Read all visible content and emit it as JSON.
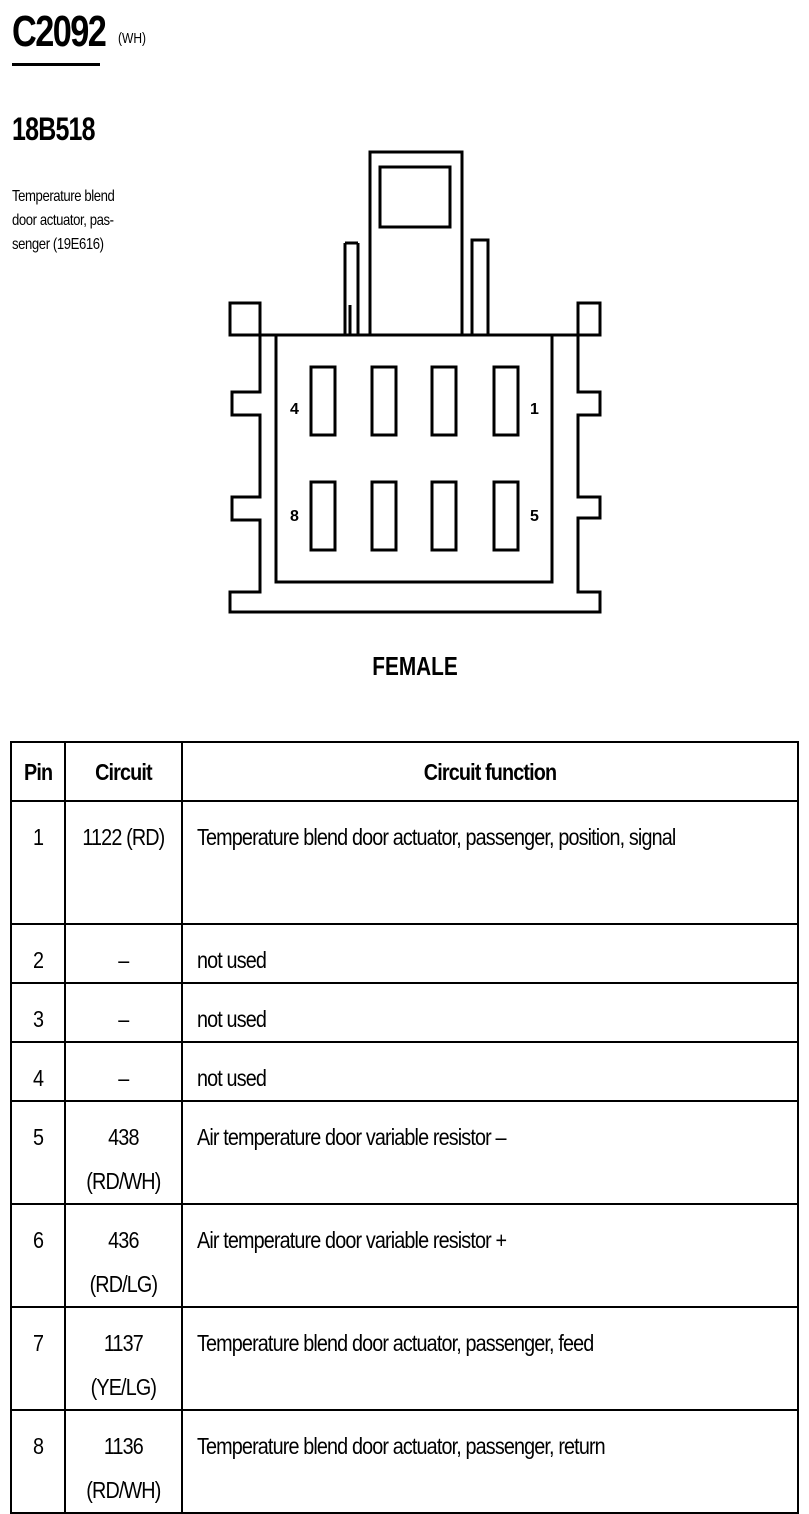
{
  "connector": {
    "id": "C2092",
    "color": "(WH)",
    "part_number": "18B518",
    "description": "Temperature blend\ndoor actuator, pas-\nsenger (19E616)"
  },
  "diagram": {
    "label": "FEMALE",
    "pin_labels": {
      "pin1": "1",
      "pin4": "4",
      "pin5": "5",
      "pin8": "8"
    }
  },
  "table": {
    "headers": [
      "Pin",
      "Circuit",
      "Circuit function"
    ],
    "rows": [
      {
        "pin": "1",
        "circuit": "1122 (RD)",
        "function": "Temperature blend door actuator, passenger, position, signal"
      },
      {
        "pin": "2",
        "circuit": "–",
        "function": "not used"
      },
      {
        "pin": "3",
        "circuit": "–",
        "function": "not used"
      },
      {
        "pin": "4",
        "circuit": "–",
        "function": "not used"
      },
      {
        "pin": "5",
        "circuit": "438 (RD/WH)",
        "function": "Air temperature door variable resistor –"
      },
      {
        "pin": "6",
        "circuit": "436 (RD/LG)",
        "function": "Air temperature door variable resistor +"
      },
      {
        "pin": "7",
        "circuit": "1137 (YE/LG)",
        "function": "Temperature blend door actuator, passenger, feed"
      },
      {
        "pin": "8",
        "circuit": "1136 (RD/WH)",
        "function": "Temperature blend door actuator, passenger, return"
      }
    ]
  }
}
